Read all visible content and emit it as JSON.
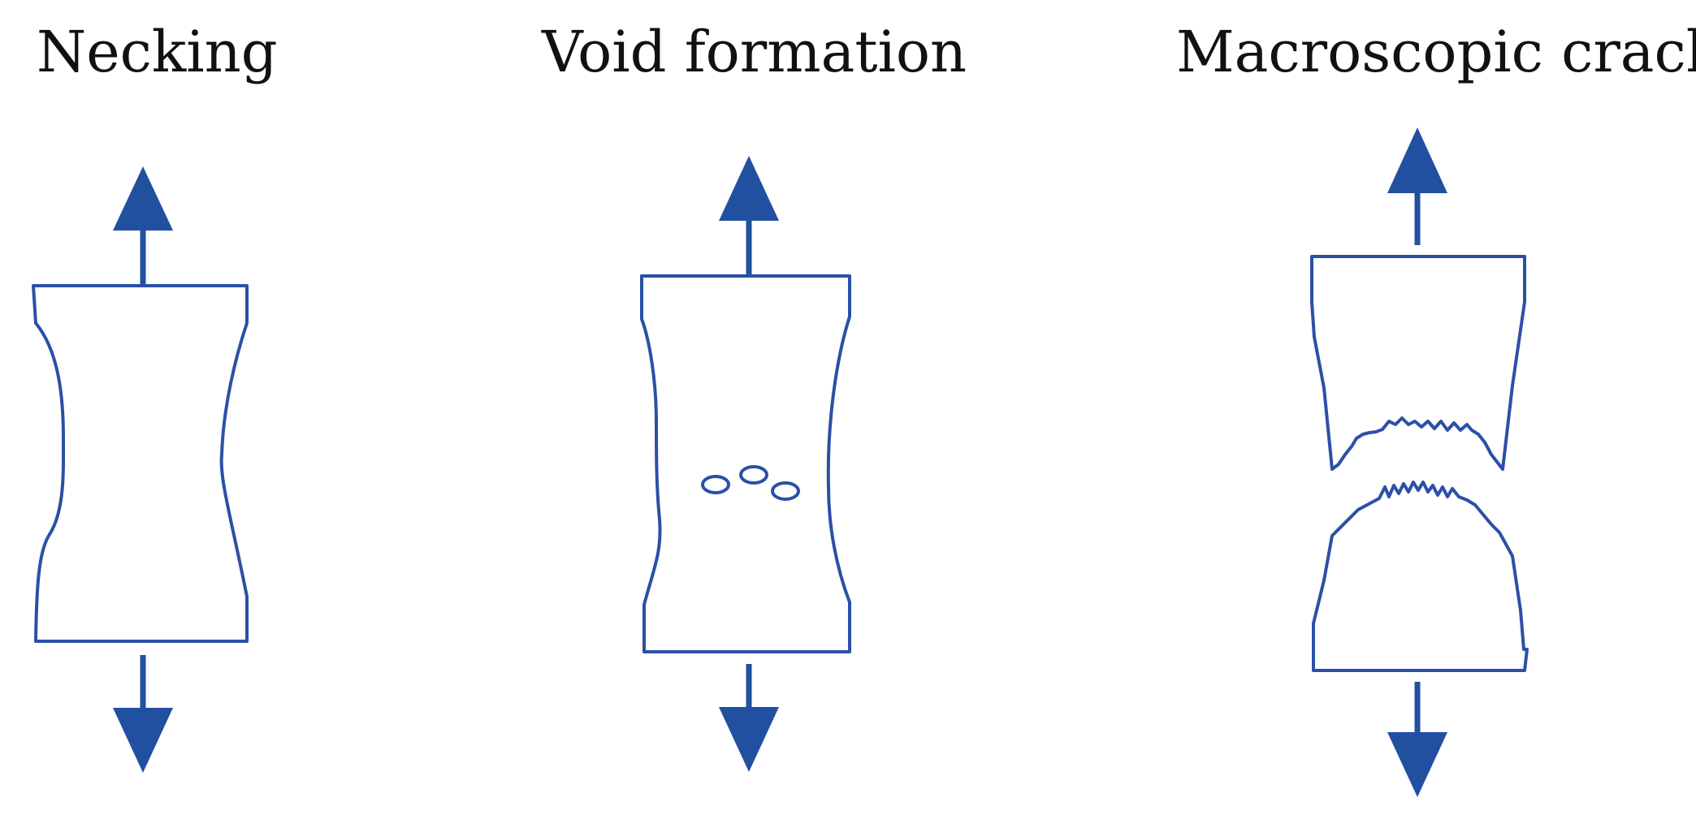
{
  "diagram": {
    "stages": [
      {
        "id": "necking",
        "title": "Necking"
      },
      {
        "id": "void-formation",
        "title": "Void formation"
      },
      {
        "id": "macroscopic-crack",
        "title": "Macroscopic crack"
      }
    ],
    "colors": {
      "outline": "#2b50a6",
      "arrow": "#2150a1",
      "text": "#111111",
      "background": "#ffffff"
    },
    "icons": {
      "tension_up": "arrow-up-icon",
      "tension_down": "arrow-down-icon"
    }
  }
}
